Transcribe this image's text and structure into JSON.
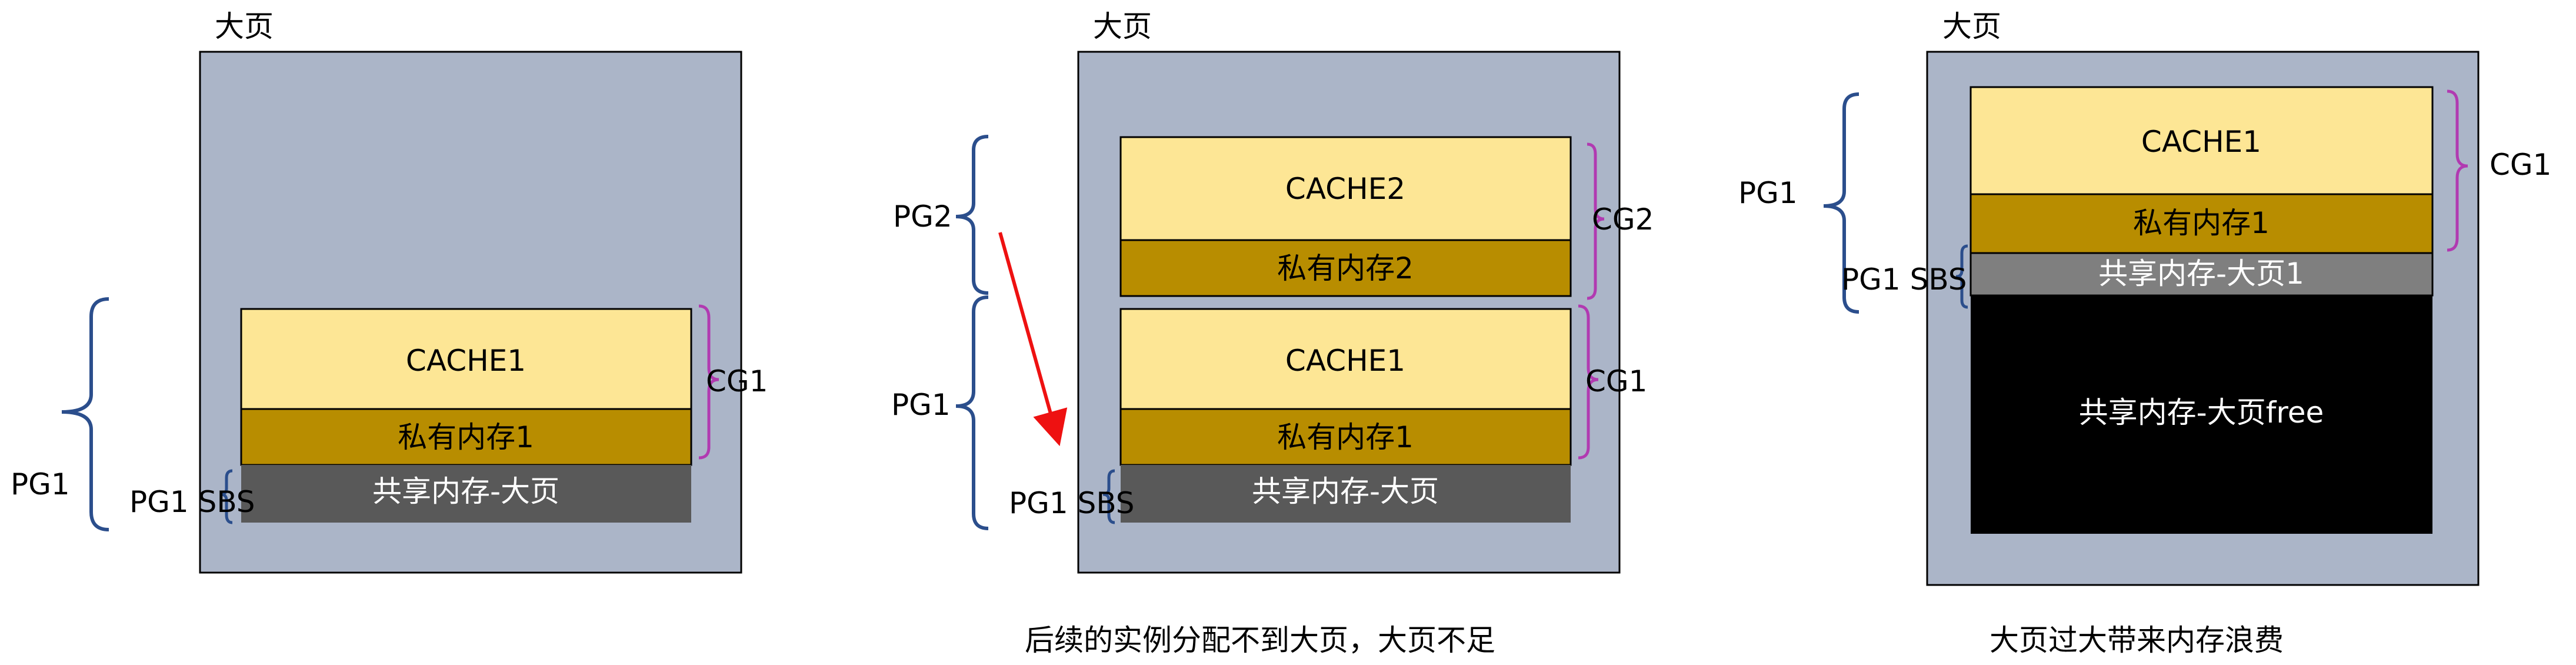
{
  "panels": [
    {
      "page_label": "大页",
      "pg1_label": "PG1",
      "sbs_label": "PG1 SBS",
      "cg1_label": "CG1",
      "cache1_label": "CACHE1",
      "private1_label": "私有内存1",
      "shared_label": "共享内存-大页"
    },
    {
      "page_label": "大页",
      "pg2_label": "PG2",
      "pg1_label": "PG1",
      "sbs_label": "PG1 SBS",
      "cg2_label": "CG2",
      "cg1_label": "CG1",
      "cache2_label": "CACHE2",
      "private2_label": "私有内存2",
      "cache1_label": "CACHE1",
      "private1_label": "私有内存1",
      "shared_label": "共享内存-大页",
      "caption": "后续的实例分配不到大页，大页不足"
    },
    {
      "page_label": "大页",
      "pg1_label": "PG1",
      "sbs_label": "PG1 SBS",
      "cg1_label": "CG1",
      "cache1_label": "CACHE1",
      "private1_label": "私有内存1",
      "shared1_label": "共享内存-大页1",
      "free_label": "共享内存-大页free",
      "caption": "大页过大带来内存浪费"
    }
  ],
  "colors": {
    "page_bg": "#abb5c8",
    "cache": "#fde695",
    "private": "#b88d00",
    "shared": "#595959",
    "shared1": "#7f7f7f",
    "free": "#000000",
    "pg_brace": "#2b4e8c",
    "cg_brace": "#b13ab1",
    "arrow": "#ee1111"
  }
}
